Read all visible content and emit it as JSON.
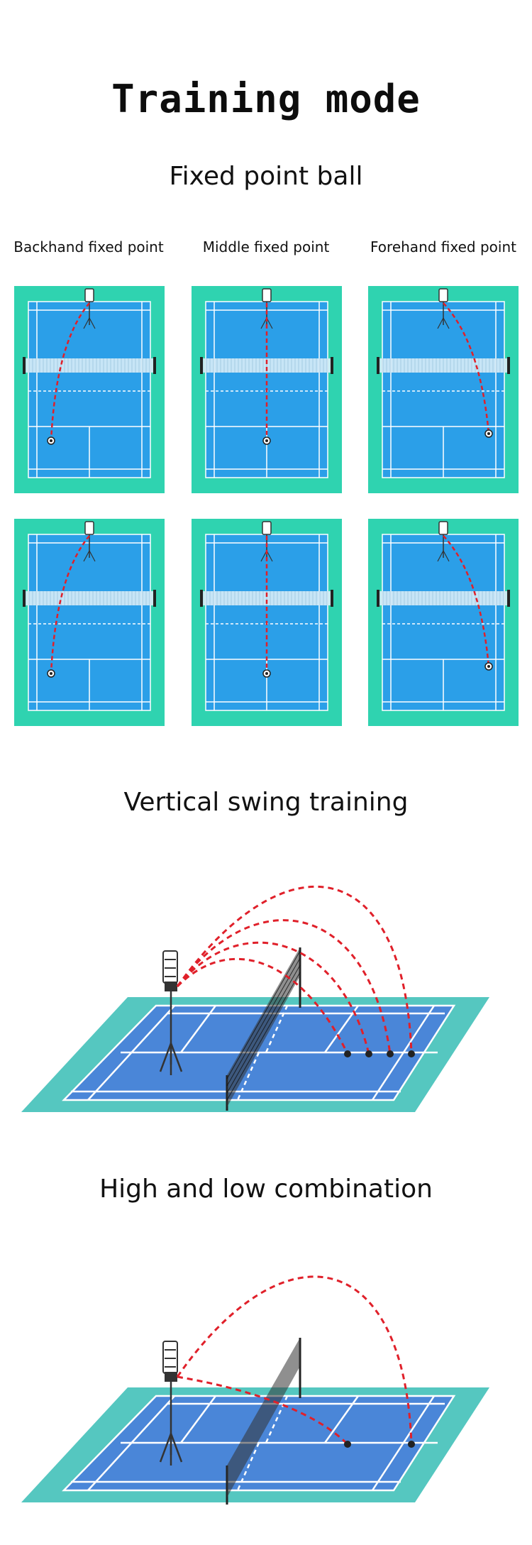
{
  "title": "Training mode",
  "section_fixed": {
    "heading": "Fixed point ball",
    "labels": [
      "Backhand fixed point",
      "Middle fixed point",
      "Forehand fixed point"
    ]
  },
  "section_vertical": {
    "heading": "Vertical swing training"
  },
  "section_highlow": {
    "heading": "High and low combination"
  },
  "colors": {
    "surround": "#2fd3b0",
    "court": "#2b9fe8",
    "court_3d": "#4a86d8",
    "surround_3d": "#55c7c0",
    "trajectory": "#e0202a",
    "line": "#ffffff"
  }
}
